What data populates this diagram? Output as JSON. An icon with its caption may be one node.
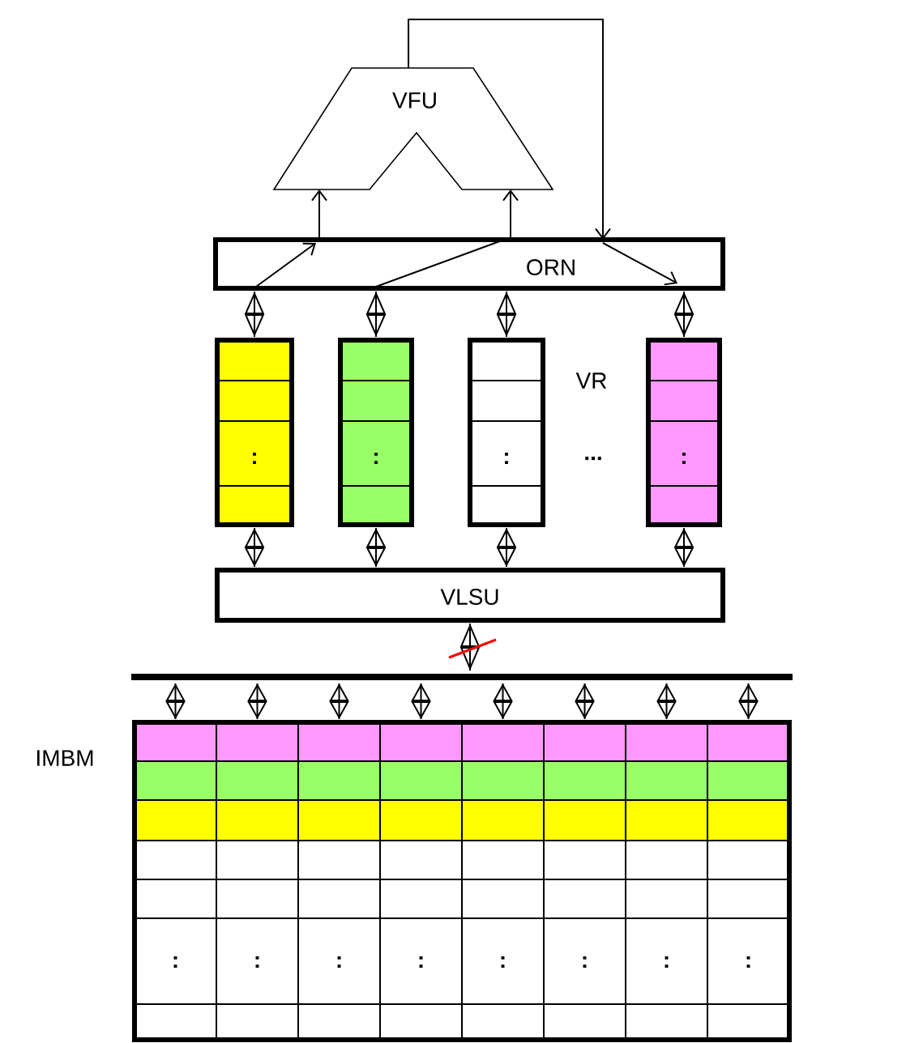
{
  "diagram": {
    "nodes": [
      {
        "text": [
          "VFU"
        ]
      },
      {
        "text": [
          "ORN"
        ]
      },
      {
        "text": [
          ":"
        ]
      },
      {
        "text": [
          ":"
        ]
      },
      {
        "text": [
          ":"
        ]
      },
      {
        "text": [
          ":"
        ]
      },
      {
        "text": [
          "VLSU"
        ]
      },
      {
        "text": [],
        "shape": "bar"
      },
      {
        "text": [],
        "shape": "box",
        "beside": [
          "IMBM"
        ]
      },
      {
        "text": [
          ":"
        ],
        "in": 8
      },
      {
        "text": [
          ":"
        ],
        "in": 8
      },
      {
        "text": [
          ":"
        ],
        "in": 8
      },
      {
        "text": [
          ":"
        ],
        "in": 8
      },
      {
        "text": [
          ":"
        ],
        "in": 8
      },
      {
        "text": [
          ":"
        ],
        "in": 8
      },
      {
        "text": [
          ":"
        ],
        "in": 8
      },
      {
        "text": [
          ":"
        ],
        "in": 8
      }
    ],
    "edges": [
      {
        "from": 0,
        "to": 1,
        "arrow": "to"
      },
      {
        "from": 1,
        "to": 0,
        "arrow": "to"
      },
      {
        "from": 1,
        "to": 0,
        "arrow": "to"
      },
      {
        "from": 1,
        "to": 2,
        "arrow": "both"
      },
      {
        "from": 1,
        "to": 3,
        "arrow": "both"
      },
      {
        "from": 1,
        "to": 4,
        "arrow": "both"
      },
      {
        "from": 1,
        "to": 5,
        "arrow": "both"
      },
      {
        "from": 2,
        "to": 6,
        "arrow": "both"
      },
      {
        "from": 3,
        "to": 6,
        "arrow": "both"
      },
      {
        "from": 4,
        "to": 6,
        "arrow": "both"
      },
      {
        "from": 5,
        "to": 6,
        "arrow": "both"
      },
      {
        "from": 6,
        "to": 7,
        "arrow": "both"
      },
      {
        "from": 7,
        "to": 9,
        "arrow": "both"
      },
      {
        "from": 7,
        "to": 10,
        "arrow": "both"
      },
      {
        "from": 7,
        "to": 11,
        "arrow": "both"
      },
      {
        "from": 7,
        "to": 12,
        "arrow": "both"
      },
      {
        "from": 7,
        "to": 13,
        "arrow": "both"
      },
      {
        "from": 7,
        "to": 14,
        "arrow": "both"
      },
      {
        "from": 7,
        "to": 15,
        "arrow": "both"
      },
      {
        "from": 7,
        "to": 16,
        "arrow": "both"
      }
    ],
    "labels": [
      "VR",
      "..."
    ]
  }
}
